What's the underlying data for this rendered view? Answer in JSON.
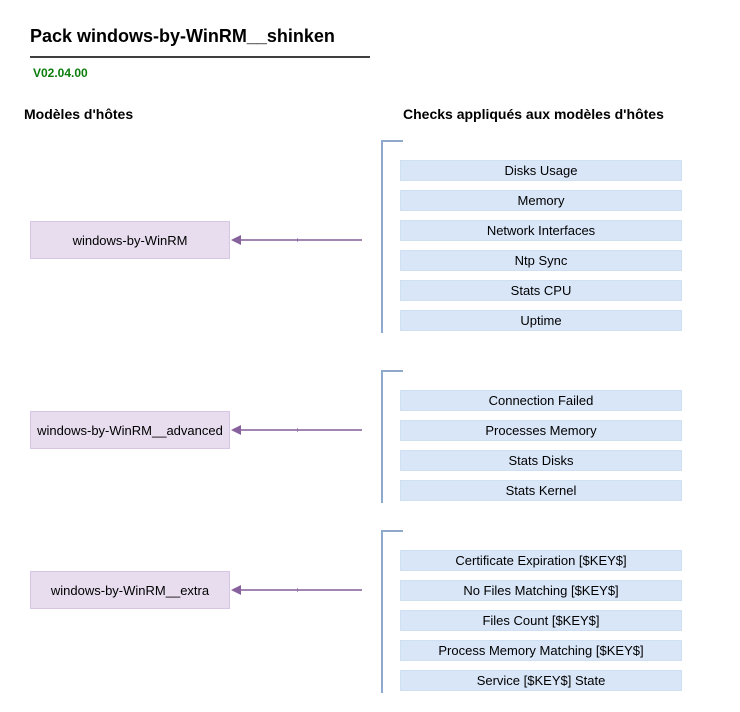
{
  "page": {
    "title": "Pack windows-by-WinRM__shinken",
    "version": "V02.04.00",
    "left_column_header": "Modèles d'hôtes",
    "right_column_header": "Checks appliqués aux modèles d'hôtes"
  },
  "colors": {
    "host_box_fill": "#e7ddef",
    "host_box_border": "#d6c5e3",
    "check_box_fill": "#d9e6f8",
    "check_box_border": "#cfe0f3",
    "arrow_line": "#a286b2",
    "arrow_head": "#86619c",
    "bracket": "#8fa9cc",
    "version_green": "#0c7d0c",
    "title_underline": "#3f3f3f"
  },
  "groups": [
    {
      "host": "windows-by-WinRM",
      "checks": [
        "Disks Usage",
        "Memory",
        "Network Interfaces",
        "Ntp Sync",
        "Stats CPU",
        "Uptime"
      ]
    },
    {
      "host": "windows-by-WinRM__advanced",
      "checks": [
        "Connection Failed",
        "Processes Memory",
        "Stats Disks",
        "Stats Kernel"
      ]
    },
    {
      "host": "windows-by-WinRM__extra",
      "checks": [
        "Certificate Expiration [$KEY$]",
        "No Files Matching [$KEY$]",
        "Files Count [$KEY$]",
        "Process Memory Matching [$KEY$]",
        "Service [$KEY$] State"
      ]
    }
  ]
}
